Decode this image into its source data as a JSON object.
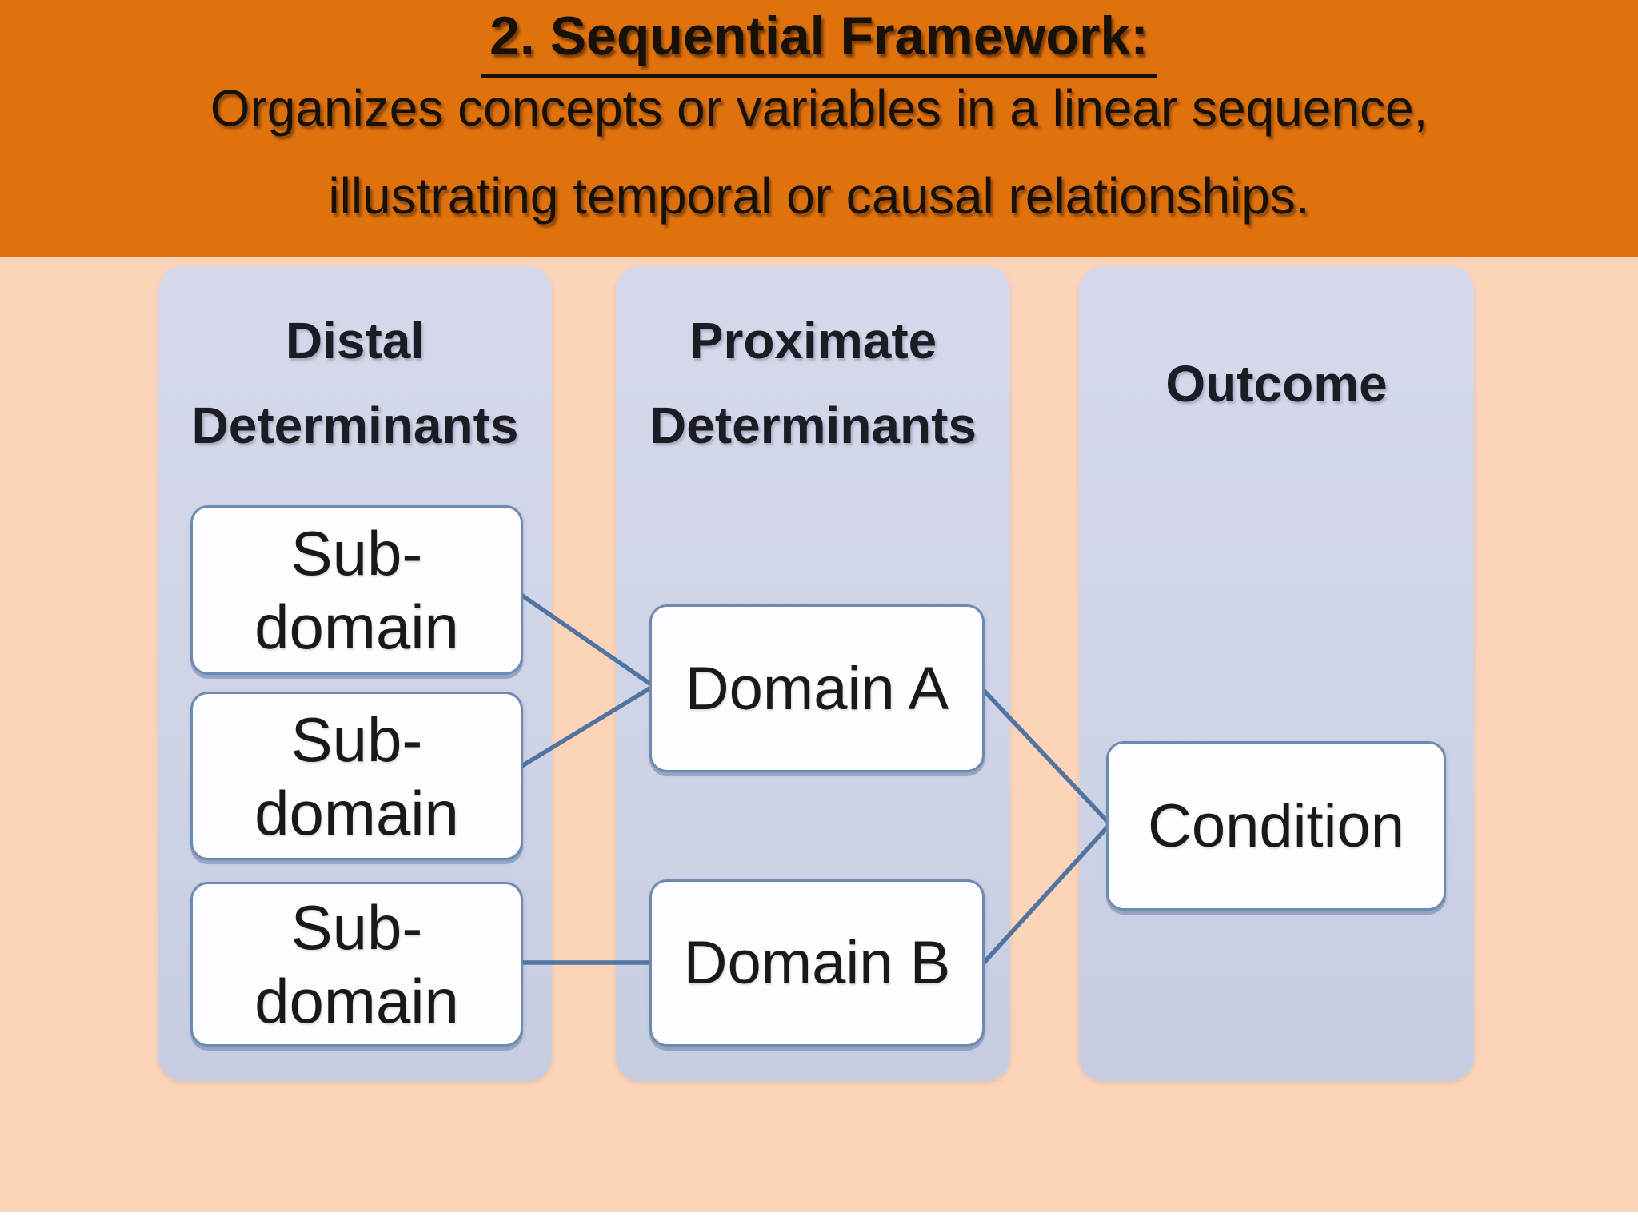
{
  "header": {
    "title": "2.  Sequential Framework:",
    "subtitle_line1": "Organizes concepts or variables in a linear sequence,",
    "subtitle_line2": "illustrating temporal or causal relationships."
  },
  "columns": [
    {
      "id": "distal-determinants",
      "title_line1": "Distal",
      "title_line2": "Determinants"
    },
    {
      "id": "proximate-determinants",
      "title_line1": "Proximate",
      "title_line2": "Determinants"
    },
    {
      "id": "outcome",
      "title_line1": "Outcome",
      "title_line2": ""
    }
  ],
  "nodes": {
    "sub1": {
      "line1": "Sub-",
      "line2": "domain"
    },
    "sub2": {
      "line1": "Sub-",
      "line2": "domain"
    },
    "sub3": {
      "line1": "Sub-",
      "line2": "domain"
    },
    "domain_a": {
      "label": "Domain A"
    },
    "domain_b": {
      "label": "Domain B"
    },
    "condition": {
      "label": "Condition"
    }
  },
  "connections": [
    {
      "from": "sub-domain-1",
      "to": "domain-a"
    },
    {
      "from": "sub-domain-2",
      "to": "domain-a"
    },
    {
      "from": "sub-domain-3",
      "to": "domain-b"
    },
    {
      "from": "domain-a",
      "to": "condition"
    },
    {
      "from": "domain-b",
      "to": "condition"
    }
  ],
  "colors": {
    "header_band": "#e0720e",
    "background": "#fcd4ba",
    "column_fill": "#cfd4e7",
    "node_fill": "#fdfdff",
    "node_border": "#6d8bb0",
    "connector": "#52749f",
    "text": "#181818"
  }
}
